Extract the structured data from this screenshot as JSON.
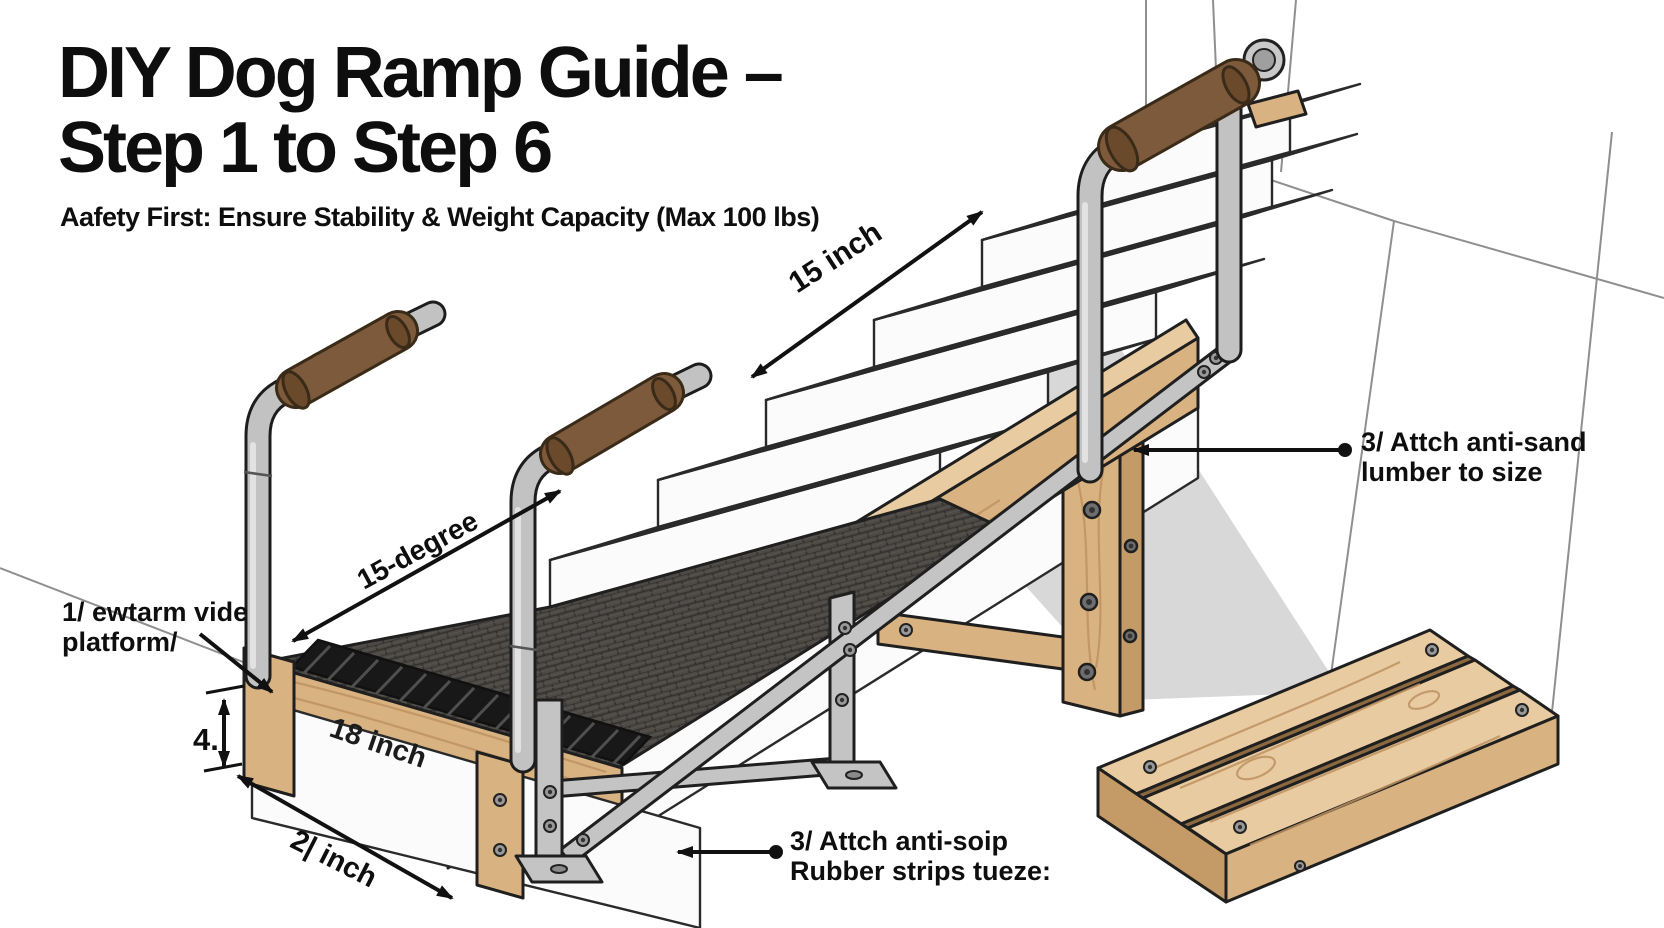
{
  "header": {
    "title": "DIY Dog Ramp Guide –\nStep 1 to Step 6",
    "subtitle": "Aafety First: Ensure Stability & Weight Capacity (Max 100 lbs)"
  },
  "annotations": {
    "dim_15inch": "15 inch",
    "dim_15degree": "15-degree",
    "callout_platform": "1/ ewtarm vide\nplatform/",
    "dim_4": "4.",
    "dim_18inch": "18 inch",
    "dim_21inch": "2| inch",
    "callout_rubber_strips": "3/ Attch anti-soip\nRubber strips tueze:",
    "callout_lumber": "3/ Attch anti-sand\nlumber to size"
  },
  "colors": {
    "wood_light": "#e8cba0",
    "wood_mid": "#d9b281",
    "wood_dark": "#c49a66",
    "tread_mat": "#4c4946",
    "metal_gray": "#c4c4c4",
    "grip_brown": "#7d5a3b",
    "outline": "#1f1f1f",
    "wall_shadow": "#d8d8d8",
    "text": "#0e0e0e"
  }
}
